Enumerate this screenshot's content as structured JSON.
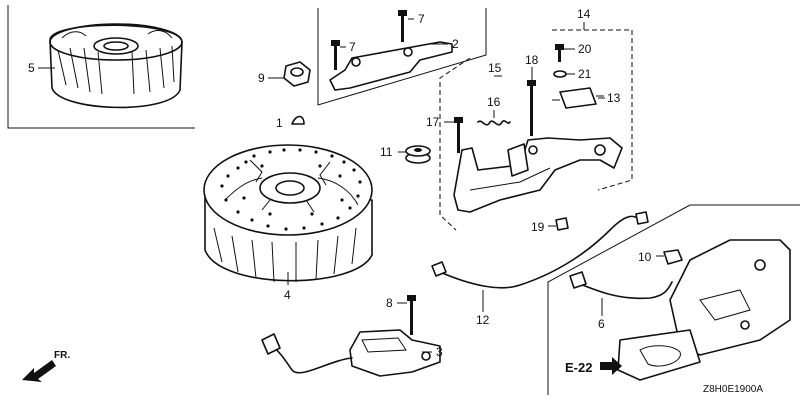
{
  "callouts": {
    "c1": "1",
    "c2": "2",
    "c3": "3",
    "c4": "4",
    "c5": "5",
    "c6": "6",
    "c7a": "7",
    "c7b": "7",
    "c8": "8",
    "c9": "9",
    "c10": "10",
    "c11": "11",
    "c12": "12",
    "c13": "13",
    "c14": "14",
    "c15": "15",
    "c16": "16",
    "c17": "17",
    "c18": "18",
    "c19": "19",
    "c20": "20",
    "c21": "21"
  },
  "front_label": "FR.",
  "section_ref": "E-22",
  "diagram_code": "Z8H0E1900A"
}
